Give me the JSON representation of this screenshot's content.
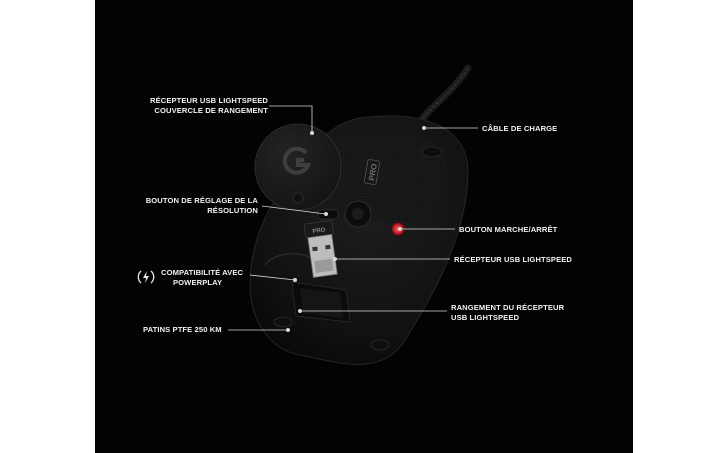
{
  "callouts": {
    "receiver_cover": [
      "RÉCEPTEUR USB LIGHTSPEED",
      "COUVERCLE DE RANGEMENT"
    ],
    "dpi_button": [
      "BOUTON DE RÉGLAGE DE LA",
      "RÉSOLUTION"
    ],
    "powerplay": [
      "COMPATIBILITÉ AVEC",
      "POWERPLAY"
    ],
    "feet": "PATINS PTFE 250 KM",
    "charge_cable": "CÂBLE DE CHARGE",
    "power_button": "BOUTON MARCHE/ARRÊT",
    "usb_receiver": "RÉCEPTEUR USB LIGHTSPEED",
    "receiver_storage": [
      "RANGEMENT DU RÉCEPTEUR",
      "USB LIGHTSPEED"
    ]
  },
  "mouse_badge": "PRO",
  "dongle_badge": "PRO",
  "colors": {
    "background": "#030303",
    "mouse_body": "#141414",
    "power_led": "#c8202a",
    "text": "#f2f2f2"
  },
  "icons": [
    "logitech-g-logo",
    "wireless-charging-icon"
  ]
}
